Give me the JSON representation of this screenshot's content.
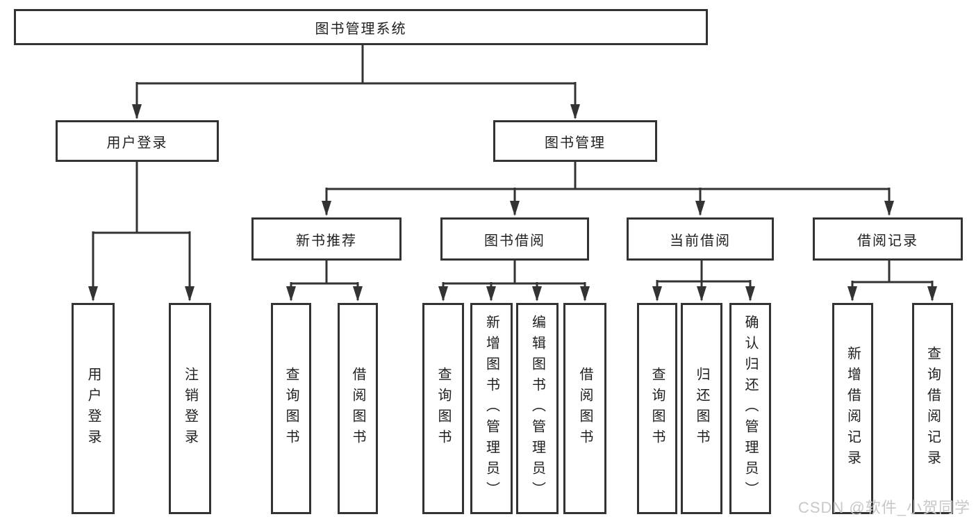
{
  "diagram": {
    "root": {
      "label": "图书管理系统"
    },
    "branches": {
      "user_login": {
        "label": "用户登录",
        "children": [
          "用户登录",
          "注销登录"
        ]
      },
      "book_management": {
        "label": "图书管理",
        "sections": [
          {
            "label": "新书推荐",
            "children": [
              "查询图书",
              "借阅图书"
            ]
          },
          {
            "label": "图书借阅",
            "children": [
              "查询图书",
              "新增图书（管理员）",
              "编辑图书（管理员）",
              "借阅图书"
            ]
          },
          {
            "label": "当前借阅",
            "children": [
              "查询图书",
              "归还图书",
              "确认归还（管理员）"
            ]
          },
          {
            "label": "借阅记录",
            "children": [
              "新增借阅记录",
              "查询借阅记录"
            ]
          }
        ]
      }
    }
  },
  "watermark": {
    "text": "CSDN @软件_小贺同学"
  },
  "colors": {
    "line": "#333333",
    "border": "#333333",
    "text": "#1f1f1f",
    "background": "#ffffff",
    "watermark": "#c8c8c8"
  }
}
